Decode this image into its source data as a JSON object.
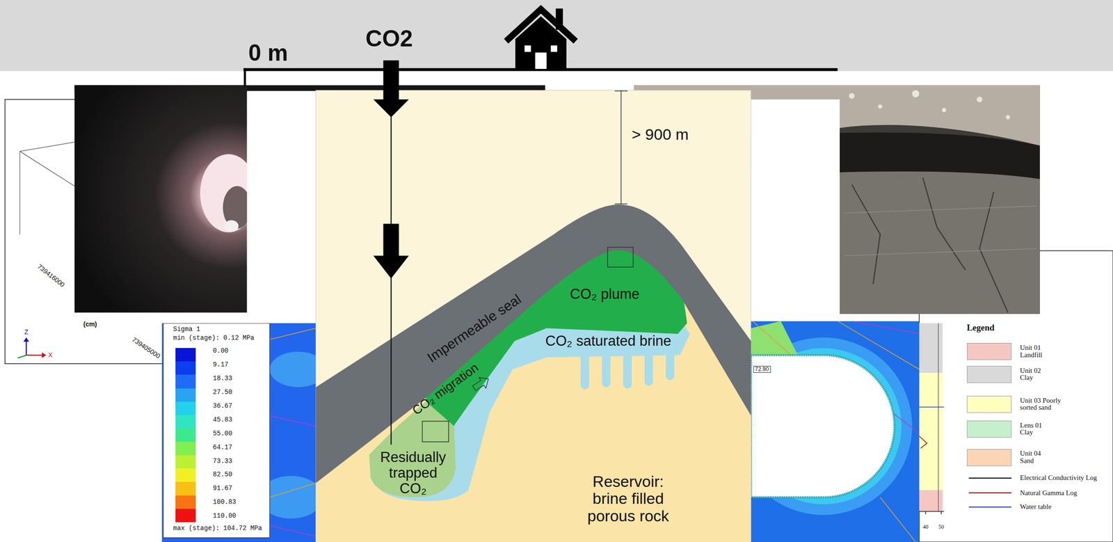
{
  "diagram": {
    "labels": [
      "0 m",
      "CO2",
      "> 900 m",
      "Impermeable seal",
      "CO₂ migration",
      "CO₂ plume",
      "CO₂ saturated brine",
      "Residually trapped CO₂",
      "Reservoir: brine filled porous rock",
      "739416000",
      "(cm)",
      "739405000",
      "Z",
      "X",
      "Sigma 1",
      "min (stage): 0.12 MPa",
      "max (stage): 104.72 MPa",
      "72.90",
      "Legend",
      "40",
      "50"
    ],
    "legend": [
      {
        "text": "0.00",
        "color": "#0a14d8"
      },
      {
        "text": "9.17",
        "color": "#0c3ef0"
      },
      {
        "text": "18.33",
        "color": "#1e6cf5"
      },
      {
        "text": "27.50",
        "color": "#28a4f2"
      },
      {
        "text": "36.67",
        "color": "#22d2ea"
      },
      {
        "text": "45.83",
        "color": "#30e6c2"
      },
      {
        "text": "55.00",
        "color": "#3ee88e"
      },
      {
        "text": "64.17",
        "color": "#82ee50"
      },
      {
        "text": "73.33",
        "color": "#bcf032"
      },
      {
        "text": "82.50",
        "color": "#f2f024"
      },
      {
        "text": "91.67",
        "color": "#f8c014"
      },
      {
        "text": "100.83",
        "color": "#f87412"
      },
      {
        "text": "110.00",
        "color": "#ee1212"
      },
      {
        "text": "Unit 01 Landfill",
        "color": "#f4c7c3"
      },
      {
        "text": "Unit 02 Clay",
        "color": "#d9d9d9"
      },
      {
        "text": "Unit 03 Poorly sorted sand",
        "color": "#ffffc0"
      },
      {
        "text": "Lens 01 Clay",
        "color": "#c6efce"
      },
      {
        "text": "Unit 04 Sand",
        "color": "#fcd5b4"
      },
      {
        "text": "Electrical Conductivity Log"
      },
      {
        "text": "Natural Gamma Log"
      },
      {
        "text": "Water table"
      }
    ]
  }
}
